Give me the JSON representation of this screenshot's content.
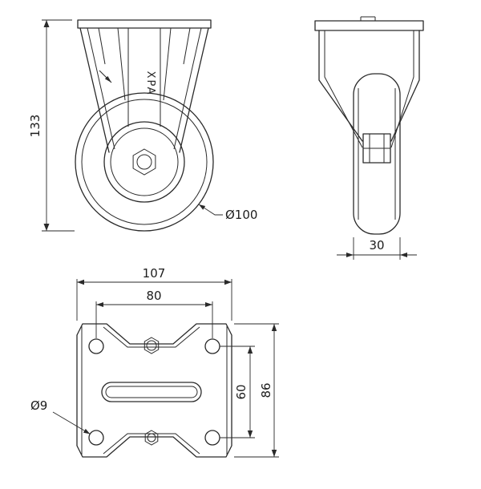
{
  "page": {
    "background": "#ffffff",
    "line_color": "#2a2a2a"
  },
  "views": {
    "front": {
      "title": "front-view-of-fixed-caster",
      "logo_text": "XPA"
    },
    "side": {
      "title": "side-view-of-fixed-caster"
    },
    "top": {
      "title": "top-plate-view-of-fixed-caster"
    }
  },
  "dimensions": {
    "overall_height": "133",
    "wheel_diameter": "Ø100",
    "wheel_width": "30",
    "plate_length": "107",
    "bolt_spacing_length": "80",
    "bolt_spacing_width": "60",
    "plate_width": "86",
    "bolt_hole_diameter": "Ø9"
  }
}
